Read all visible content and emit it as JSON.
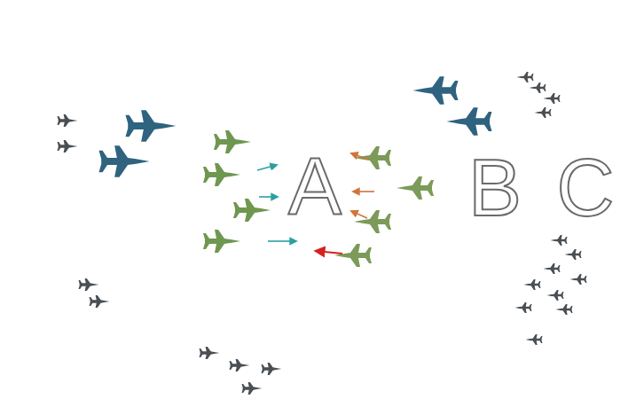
{
  "diagram": {
    "nodes": [
      {
        "text": [
          "C"
        ]
      },
      {
        "text": [
          "B"
        ],
        "in": 0
      },
      {
        "text": [
          "A"
        ],
        "in": 1
      }
    ]
  }
}
